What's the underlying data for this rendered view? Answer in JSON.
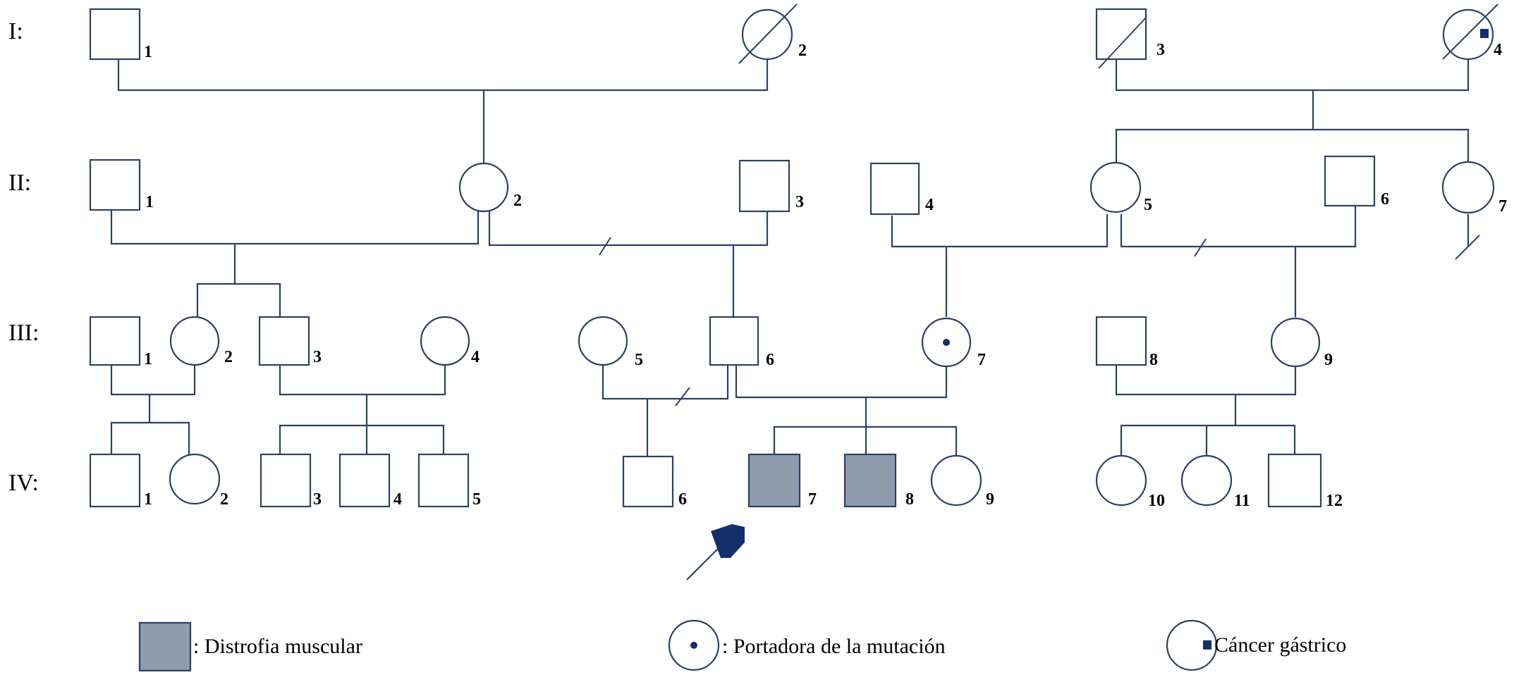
{
  "generations": [
    "I:",
    "II:",
    "III:",
    "IV:"
  ],
  "individuals": {
    "I1": "1",
    "I2": "2",
    "I3": "3",
    "I4": "4",
    "II1": "1",
    "II2": "2",
    "II3": "3",
    "II4": "4",
    "II5": "5",
    "II6": "6",
    "II7": "7",
    "III1": "1",
    "III2": "2",
    "III3": "3",
    "III4": "4",
    "III5": "5",
    "III6": "6",
    "III7": "7",
    "III8": "8",
    "III9": "9",
    "IV1": "1",
    "IV2": "2",
    "IV3": "3",
    "IV4": "4",
    "IV5": "5",
    "IV6": "6",
    "IV7": "7",
    "IV8": "8",
    "IV9": "9",
    "IV10": "10",
    "IV11": "11",
    "IV12": "12"
  },
  "legend": {
    "affected": ": Distrofia muscular",
    "carrier": ": Portadora de la mutación",
    "cancer": "Cáncer gástrico"
  },
  "colors": {
    "affected_fill": "#8e9cae",
    "outline": "#2f3f64",
    "mark": "#14306a"
  }
}
